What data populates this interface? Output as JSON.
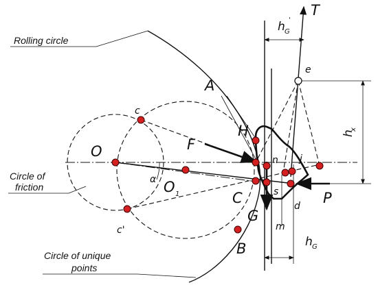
{
  "labels": {
    "T": "T",
    "e": "e",
    "A": "A",
    "H": "H",
    "F": "F",
    "O": "O",
    "O1": "O",
    "O1_sub": "1",
    "c": "c",
    "c_prime": "c'",
    "alpha": "α",
    "C": "C",
    "G": "G",
    "B": "B",
    "P": "P",
    "n": "n",
    "s": "s",
    "d": "d",
    "m": "m",
    "j": "j",
    "hG_prime": "h",
    "hG_prime_sub": "G",
    "hG_prime_mark": "'",
    "hx": "h",
    "hx_sub": "x",
    "hG": "h",
    "hG_sub": "G"
  },
  "notes": {
    "rolling_circle": "Rolling circle",
    "circle_of_friction_1": "Circle of",
    "circle_of_friction_2": "friction",
    "circle_of_unique_1": "Circle of unique",
    "circle_of_unique_2": "points"
  },
  "colors": {
    "point_fill": "#d42020",
    "line": "#111111"
  }
}
